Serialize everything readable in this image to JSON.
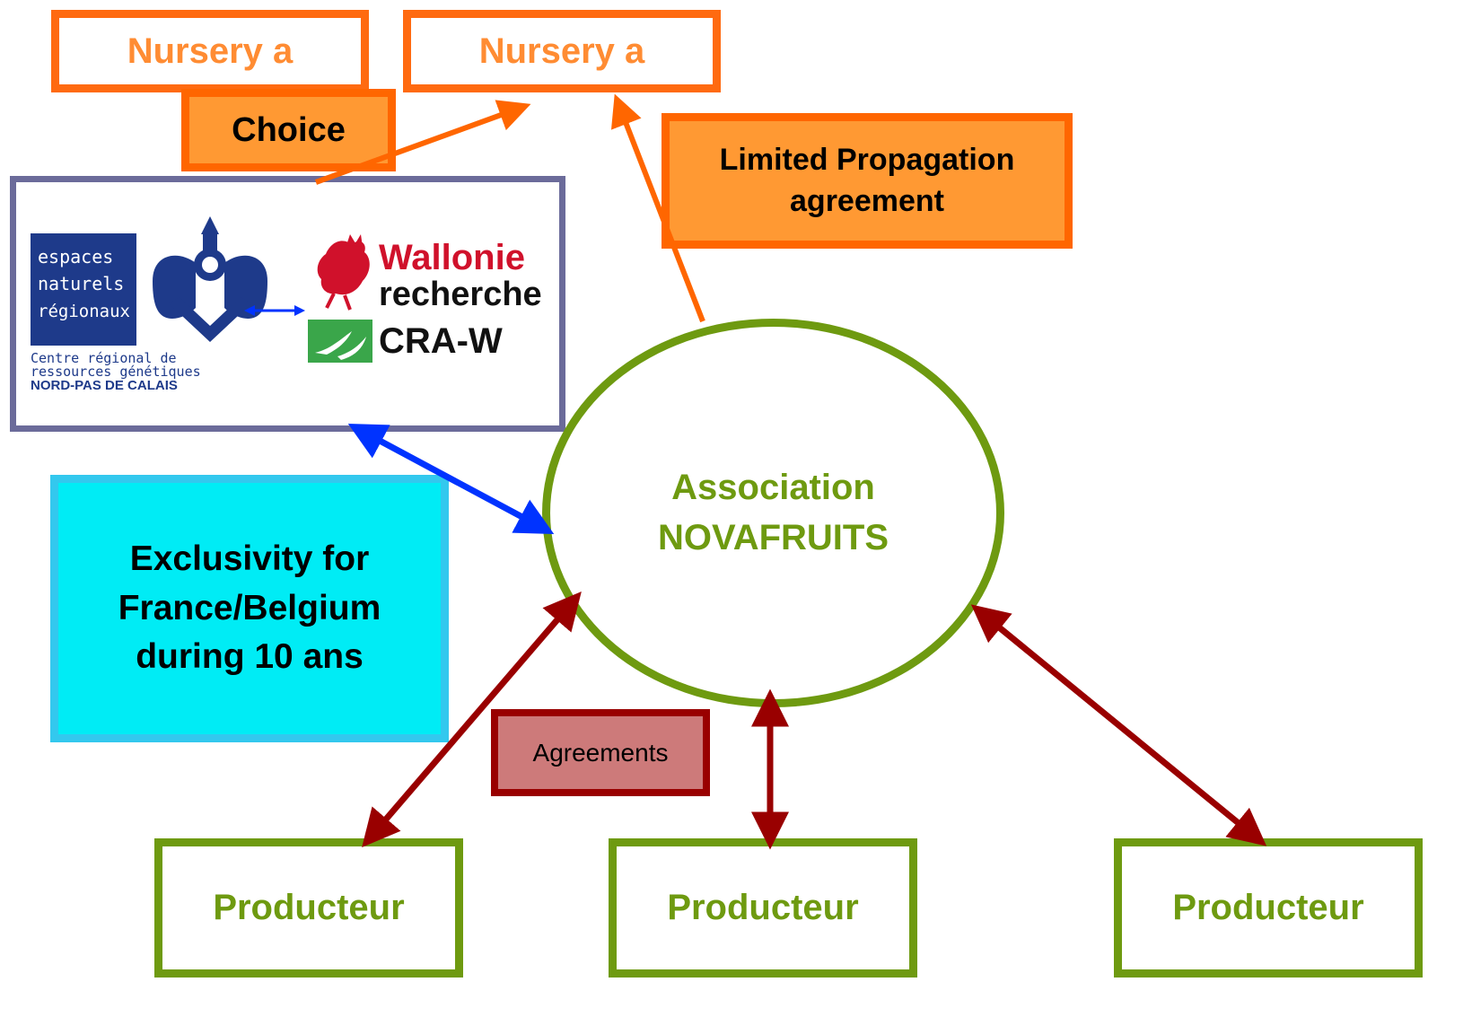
{
  "nursery_left": {
    "label": "Nursery a"
  },
  "nursery_right": {
    "label": "Nursery a"
  },
  "choice": {
    "label": "Choice"
  },
  "limited_propagation": {
    "line1": "Limited Propagation",
    "line2": "agreement"
  },
  "partners": {
    "crrg_logo": {
      "line1": "espaces",
      "line2": "naturels",
      "line3": "régionaux",
      "sub1": "Centre régional de",
      "sub2": "ressources génétiques",
      "sub3": "NORD-PAS DE CALAIS",
      "icon": "regional-emblem-icon",
      "color": "#1e3a8a"
    },
    "craw_logo": {
      "line1": "Wallonie",
      "line2": "recherche",
      "line3": "CRA-W",
      "icon": "rooster-icon",
      "color": "#d0112b",
      "badge_color": "#3aa64a"
    }
  },
  "exclusivity": {
    "line1": "Exclusivity for",
    "line2": "France/Belgium",
    "line3": "during 10 ans"
  },
  "novafruits": {
    "line1": "Association",
    "line2": "NOVAFRUITS"
  },
  "agreements": {
    "label": "Agreements"
  },
  "producers": [
    {
      "label": "Producteur"
    },
    {
      "label": "Producteur"
    },
    {
      "label": "Producteur"
    }
  ],
  "colors": {
    "orange_border": "#ff6600",
    "orange_fill": "#ff9933",
    "green": "#6e9a10",
    "dark_red": "#990000",
    "blue_arrow": "#0033ff",
    "cyan_fill": "#00ecf5"
  }
}
